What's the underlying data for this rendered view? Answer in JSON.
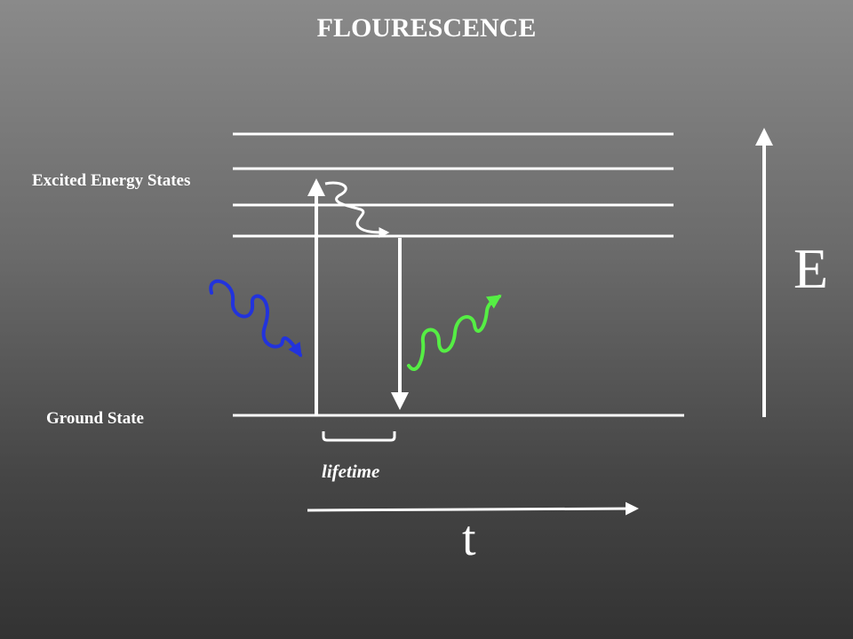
{
  "title": "FLOURESCENCE",
  "labels": {
    "excited_states": "Excited Energy States",
    "ground_state": "Ground State",
    "lifetime": "lifetime",
    "energy_axis": "E",
    "time_axis": "t"
  },
  "colors": {
    "absorbed_photon": "#2233dd",
    "emitted_photon": "#55ee44",
    "lines": "#ffffff"
  }
}
